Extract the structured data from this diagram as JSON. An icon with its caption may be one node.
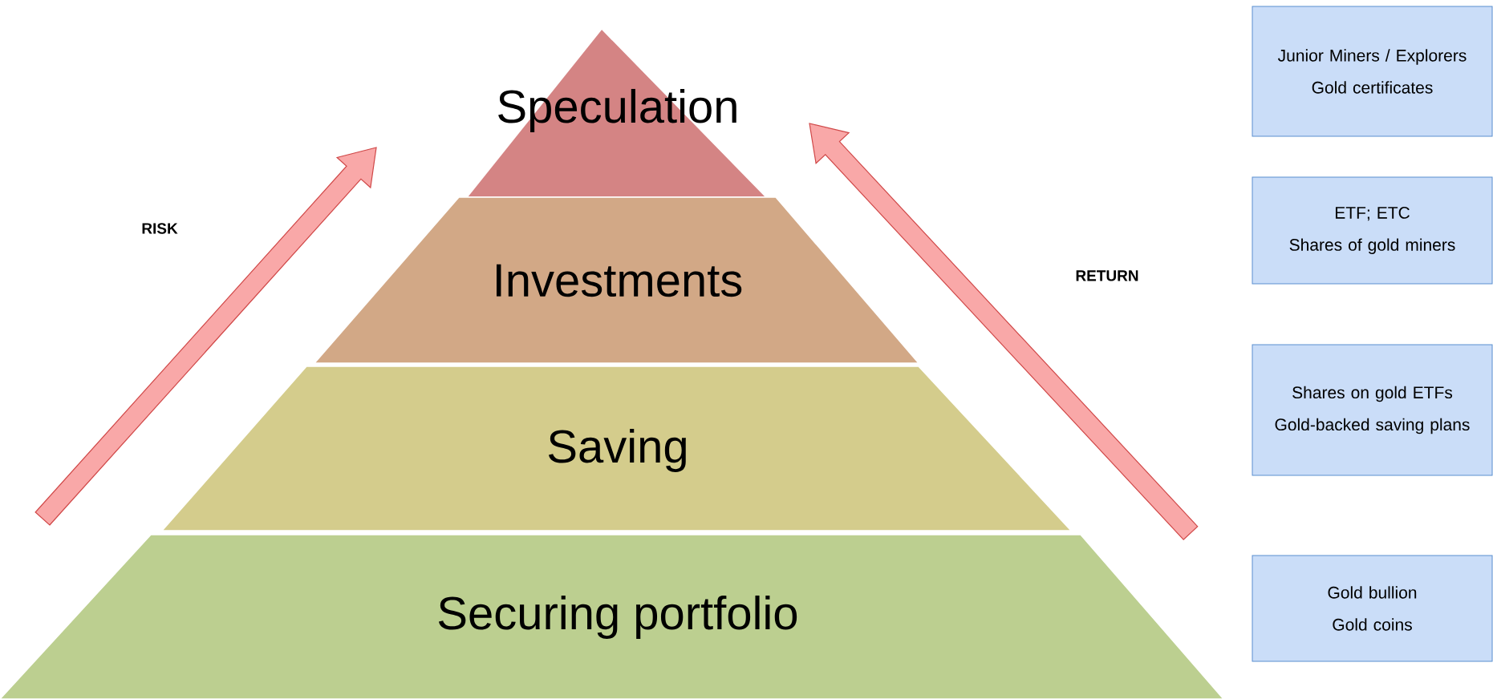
{
  "diagram": {
    "nodes": [
      {
        "text": [
          "Speculation"
        ]
      },
      {
        "text": [
          "Investments"
        ]
      },
      {
        "text": [
          "Saving"
        ]
      },
      {
        "text": [
          "Securing portfolio"
        ]
      },
      {
        "text": [
          "Junior Miners / Explorers",
          "Gold certificates"
        ]
      },
      {
        "text": [
          "ETF; ETC",
          "Shares of gold miners"
        ]
      },
      {
        "text": [
          "Shares on gold ETFs",
          "Gold-backed saving plans"
        ]
      },
      {
        "text": [
          "Gold bullion",
          "Gold coins"
        ]
      }
    ],
    "edges": [],
    "labels": [
      "RISK",
      "RETURN"
    ]
  }
}
